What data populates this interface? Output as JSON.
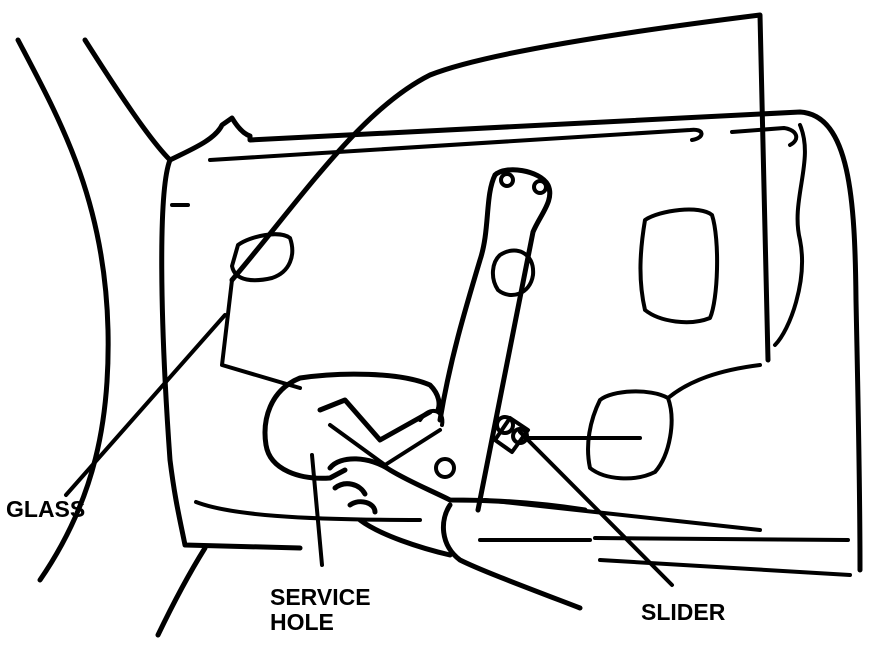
{
  "labels": {
    "glass": "GLASS",
    "service_hole": {
      "line1": "SERVICE",
      "line2": "HOLE"
    },
    "slider": "SLIDER"
  },
  "colors": {
    "ink": "#000000",
    "background": "#ffffff"
  }
}
